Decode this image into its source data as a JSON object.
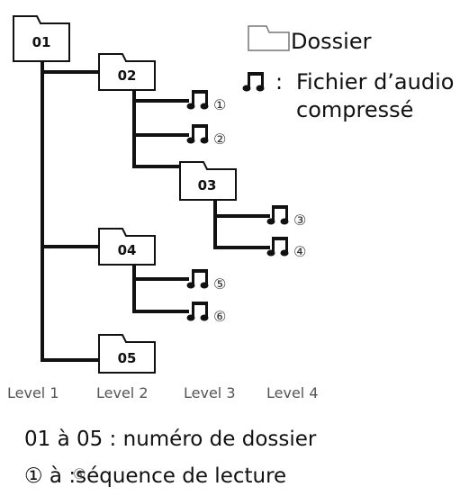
{
  "legend": {
    "folder_text": "Dossier",
    "file_text_line1": "Fichier d’audio",
    "file_text_line2": "compressé",
    "folder_icon": "folder-icon",
    "file_icon": "music-note-icon"
  },
  "folders": [
    {
      "id": "01",
      "label": "01"
    },
    {
      "id": "02",
      "label": "02"
    },
    {
      "id": "03",
      "label": "03"
    },
    {
      "id": "04",
      "label": "04"
    },
    {
      "id": "05",
      "label": "05"
    }
  ],
  "files": [
    {
      "order": "①",
      "parent": "02"
    },
    {
      "order": "②",
      "parent": "02"
    },
    {
      "order": "③",
      "parent": "03"
    },
    {
      "order": "④",
      "parent": "03"
    },
    {
      "order": "⑤",
      "parent": "04"
    },
    {
      "order": "⑥",
      "parent": "04"
    }
  ],
  "levels": [
    "Level 1",
    "Level 2",
    "Level 3",
    "Level 4"
  ],
  "captions": {
    "folder_numbers": "01 à 05 : numéro de dossier",
    "playback_prefix": "① à ",
    "playback_sequence_icon": "⑥",
    "playback_suffix": ":séquence de lecture"
  }
}
